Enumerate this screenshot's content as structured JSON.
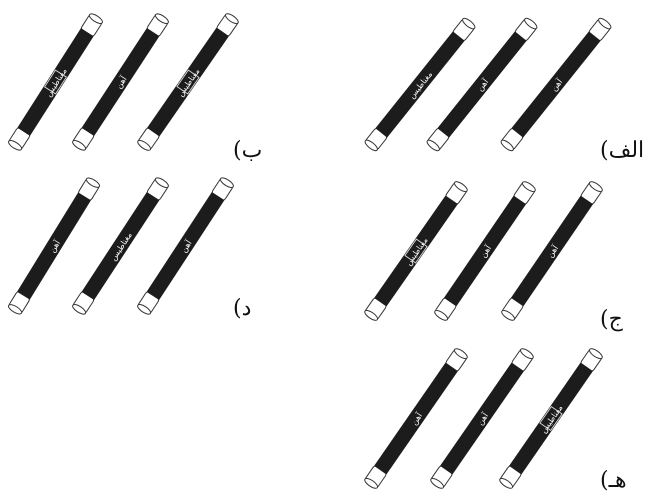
{
  "options": [
    {
      "label": "الف)",
      "magnets": [
        {
          "text": "مغناطیس",
          "boxed": false
        },
        {
          "text": "آهن",
          "boxed": false
        },
        {
          "text": "آهن",
          "boxed": false
        }
      ]
    },
    {
      "label": "ب)",
      "magnets": [
        {
          "text": "مغناطیس",
          "boxed": true
        },
        {
          "text": "آهن",
          "boxed": false
        },
        {
          "text": "مغناطیس",
          "boxed": true
        }
      ]
    },
    {
      "label": "ج)",
      "magnets": [
        {
          "text": "مغناطیس",
          "boxed": true
        },
        {
          "text": "آهن",
          "boxed": false
        },
        {
          "text": "آهن",
          "boxed": false
        }
      ]
    },
    {
      "label": "د)",
      "magnets": [
        {
          "text": "آهن",
          "boxed": false
        },
        {
          "text": "مغناطیس",
          "boxed": false
        },
        {
          "text": "آهن",
          "boxed": false
        }
      ]
    },
    {
      "label": "هـ)",
      "magnets": [
        {
          "text": "آهن",
          "boxed": false
        },
        {
          "text": "آهن",
          "boxed": false
        },
        {
          "text": "مغناطیس",
          "boxed": true
        }
      ]
    }
  ],
  "colors": {
    "bar": "#1c1c1c",
    "cap": "#ffffff",
    "outline": "#333333",
    "bar_text": "#ffffff"
  }
}
